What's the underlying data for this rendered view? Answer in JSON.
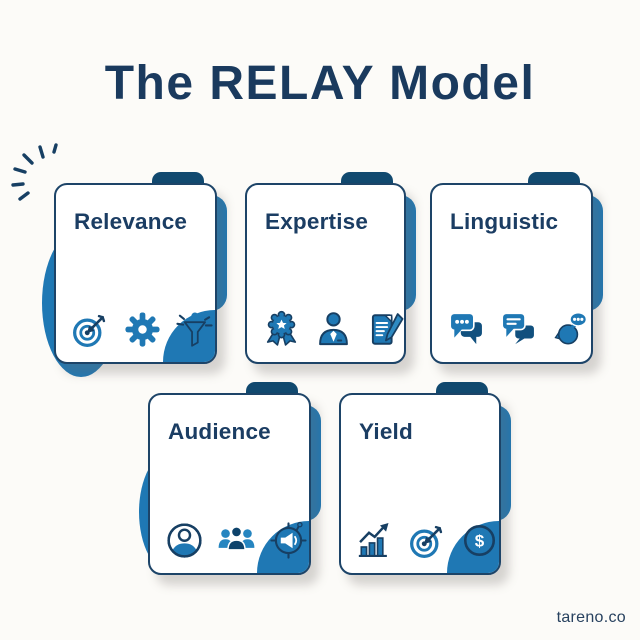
{
  "title": "The RELAY Model",
  "colors": {
    "background": "#fcfbf8",
    "navy_text": "#1a3a5e",
    "card_border_navy": "#1d4468",
    "tab_navy": "#11496f",
    "accent_blue": "#1f78b4",
    "dark_bubble_blue": "#11507e",
    "card_background": "#ffffff"
  },
  "cards": [
    {
      "name": "relevance",
      "title": "Relevance",
      "icons": [
        "target-icon",
        "gear-icon",
        "funnel-attract-icon"
      ]
    },
    {
      "name": "expertise",
      "title": "Expertise",
      "icons": [
        "award-badge-icon",
        "businessman-icon",
        "document-pencil-icon"
      ]
    },
    {
      "name": "linguistic",
      "title": "Linguistic",
      "icons": [
        "chat-bubble-dots-icon",
        "chat-bubbles-lines-icon",
        "talking-head-icon"
      ]
    },
    {
      "name": "audience",
      "title": "Audience",
      "icons": [
        "user-circle-icon",
        "people-group-icon",
        "megaphone-target-icon"
      ]
    },
    {
      "name": "yield",
      "title": "Yield",
      "icons": [
        "growth-chart-icon",
        "target-icon",
        "dollar-coin-icon"
      ]
    }
  ],
  "icons": {
    "dollar_symbol": "$"
  },
  "footer": {
    "brand": "tareno.co"
  }
}
